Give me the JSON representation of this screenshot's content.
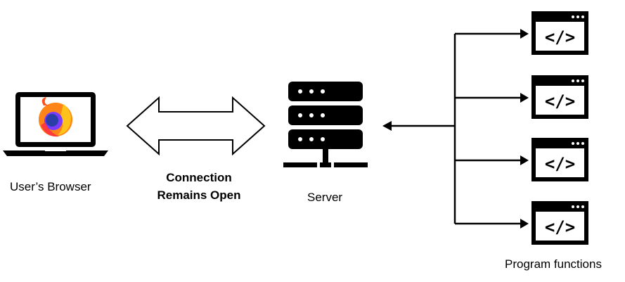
{
  "labels": {
    "browser": "User’s Browser",
    "connection_line1": "Connection",
    "connection_line2": "Remains Open",
    "server": "Server",
    "functions": "Program functions"
  },
  "icons": {
    "browser": "laptop-with-firefox-icon",
    "server": "server-rack-icon",
    "function": "code-window-icon",
    "connection": "double-headed-arrow-icon"
  },
  "functions": [
    {
      "symbol": "</>"
    },
    {
      "symbol": "</>"
    },
    {
      "symbol": "</>"
    },
    {
      "symbol": "</>"
    }
  ],
  "colors": {
    "ink": "#000000",
    "firefox_orange": "#ff7a1a",
    "firefox_yellow": "#ffc21a",
    "firefox_purple": "#7a3cff",
    "firefox_blue": "#2b3ea8"
  }
}
